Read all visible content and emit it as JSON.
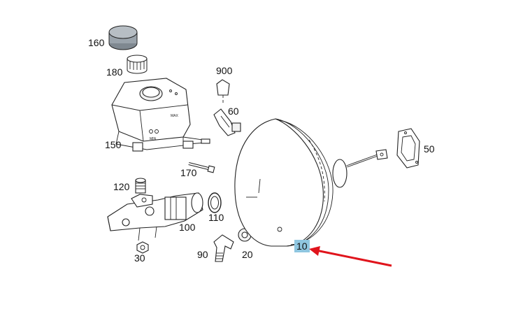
{
  "callouts": [
    {
      "id": "160",
      "text": "160"
    },
    {
      "id": "180",
      "text": "180"
    },
    {
      "id": "900",
      "text": "900"
    },
    {
      "id": "60",
      "text": "60"
    },
    {
      "id": "150",
      "text": "150"
    },
    {
      "id": "170",
      "text": "170"
    },
    {
      "id": "50",
      "text": "50"
    },
    {
      "id": "120",
      "text": "120"
    },
    {
      "id": "110",
      "text": "110"
    },
    {
      "id": "100",
      "text": "100"
    },
    {
      "id": "90",
      "text": "90"
    },
    {
      "id": "20",
      "text": "20"
    },
    {
      "id": "30",
      "text": "30"
    },
    {
      "id": "10",
      "text": "10",
      "highlighted": true
    }
  ],
  "reservoir_marks": {
    "max_mark": "MAX",
    "min_mark": "MIN"
  },
  "colors": {
    "highlight": "#8fc6e0",
    "arrow": "#e0141c",
    "cap": "#9aa3ab"
  }
}
